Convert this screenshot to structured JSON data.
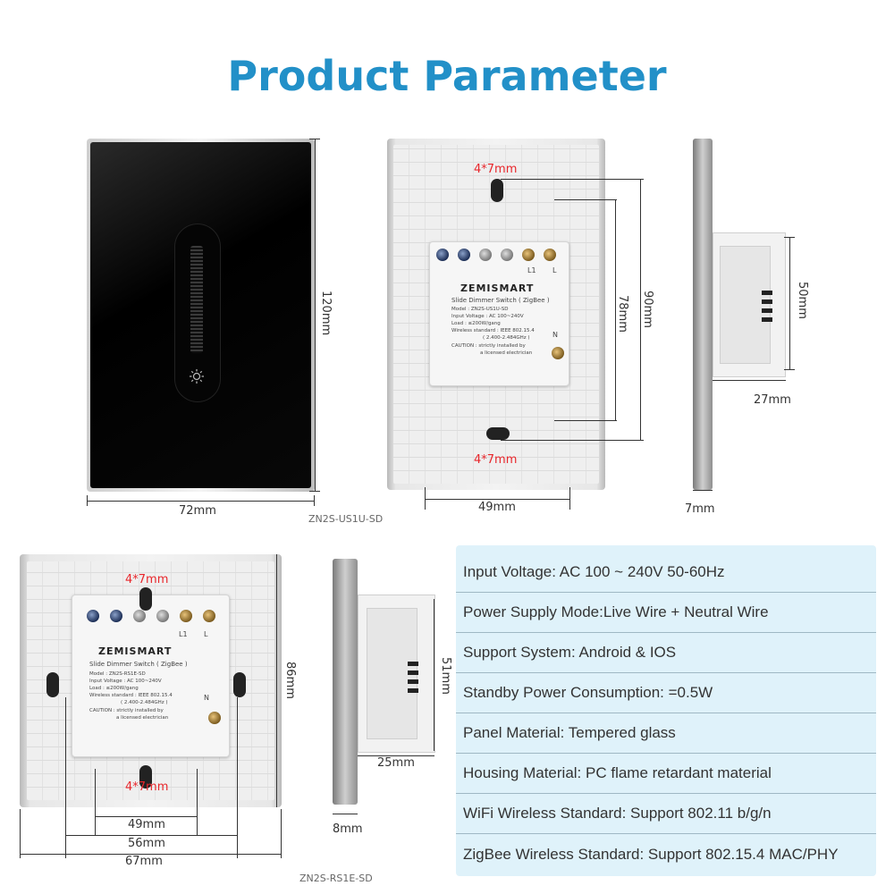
{
  "title": "Product Parameter",
  "us_model": {
    "model_label": "ZN2S-US1U-SD",
    "front_width": "72mm",
    "front_height": "120mm",
    "back_hole_top": "4*7mm",
    "back_hole_bottom": "4*7mm",
    "back_inner_height": "78mm",
    "back_outer_height": "90mm",
    "back_width": "49mm",
    "side_depth_body": "50mm",
    "side_body_width": "27mm",
    "side_plate": "7mm"
  },
  "eu_model": {
    "model_label": "ZN2S-RS1E-SD",
    "hole_top": "4*7mm",
    "hole_bottom": "4*7mm",
    "height": "86mm",
    "width_inner": "49mm",
    "width_mid": "56mm",
    "width_outer": "67mm",
    "side_height": "51mm",
    "side_body_width": "25mm",
    "side_plate": "8mm"
  },
  "module_label": {
    "brand": "ZEMISMART",
    "line1": "Slide Dimmer Switch ( ZigBee )",
    "us_model": "Model : ZN2S-US1U-SD",
    "eu_model": "Model : ZN2S-RS1E-SD",
    "input": "Input Voltage : AC 100~240V",
    "load": "Load : ≤200W/gang",
    "wireless": "Wireless standard : IEEE 802.15.4",
    "freq": "( 2.400-2.484GHz )",
    "caution": "CAUTION : strictly installed by",
    "caution2": "a licensed electrician",
    "l1": "L1",
    "l": "L",
    "n": "N"
  },
  "specs": [
    "Input Voltage: AC 100 ~ 240V 50-60Hz",
    "Power Supply Mode:Live Wire + Neutral Wire",
    "Support System: Android & IOS",
    "Standby Power Consumption: =0.5W",
    "Panel Material: Tempered glass",
    "Housing Material: PC flame retardant material",
    "WiFi Wireless Standard: Support 802.11 b/g/n",
    "ZigBee Wireless Standard: Support 802.15.4 MAC/PHY"
  ],
  "colors": {
    "title": "#2290c8",
    "spec_bg": "#dff2fa",
    "hole_label": "#e8262b"
  },
  "icons": {
    "brightness": "sun-icon"
  }
}
